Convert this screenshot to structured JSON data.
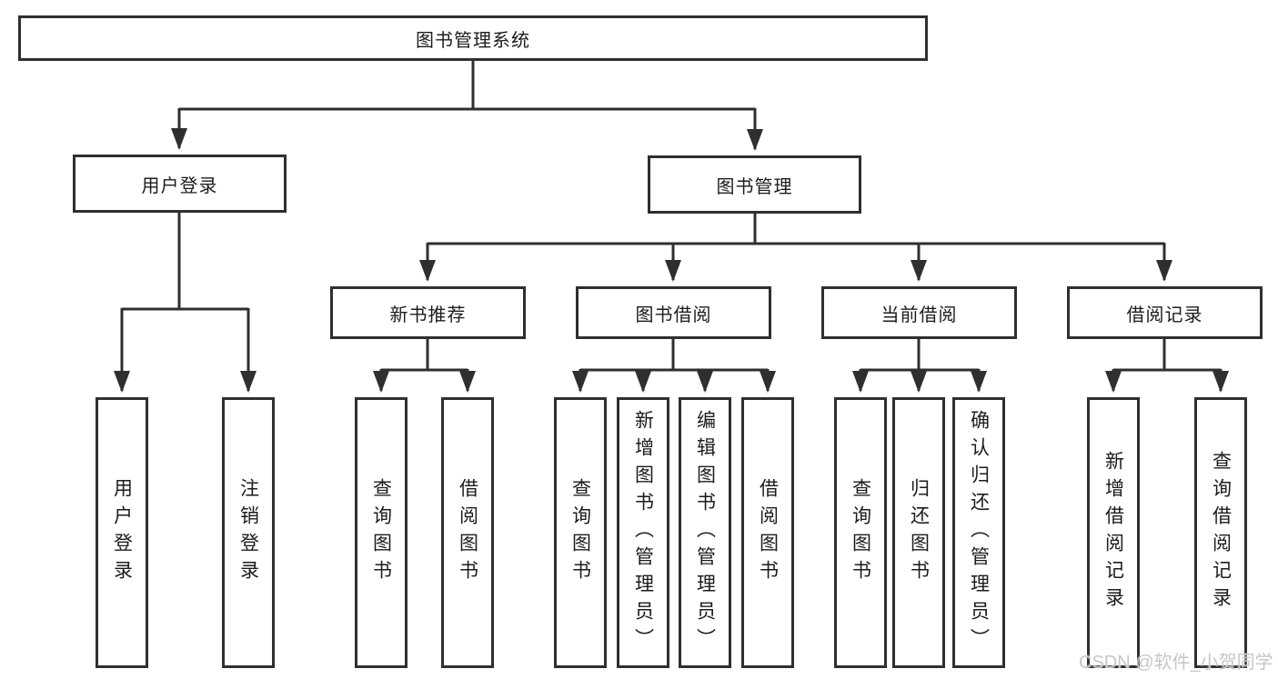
{
  "diagram_type": "functional-structure-chart",
  "colors": {
    "line": "#2f2f2f",
    "box_border": "#2f2f2f",
    "box_background": "#ffffff",
    "text": "#1c1c1c",
    "watermark": "#c7c7c7"
  },
  "tree": {
    "label": "图书管理系统",
    "children": [
      {
        "label": "用户登录",
        "children": [
          {
            "label": "用户登录"
          },
          {
            "label": "注销登录"
          }
        ]
      },
      {
        "label": "图书管理",
        "children": [
          {
            "label": "新书推荐",
            "children": [
              {
                "label": "查询图书"
              },
              {
                "label": "借阅图书"
              }
            ]
          },
          {
            "label": "图书借阅",
            "children": [
              {
                "label": "查询图书"
              },
              {
                "label": "新增图书（管理员）"
              },
              {
                "label": "编辑图书（管理员）"
              },
              {
                "label": "借阅图书"
              }
            ]
          },
          {
            "label": "当前借阅",
            "children": [
              {
                "label": "查询图书"
              },
              {
                "label": "归还图书"
              },
              {
                "label": "确认归还（管理员）"
              }
            ]
          },
          {
            "label": "借阅记录",
            "children": [
              {
                "label": "新增借阅记录"
              },
              {
                "label": "查询借阅记录"
              }
            ]
          }
        ]
      }
    ]
  },
  "watermark": {
    "text": "CSDN @软件_小贺同学"
  }
}
